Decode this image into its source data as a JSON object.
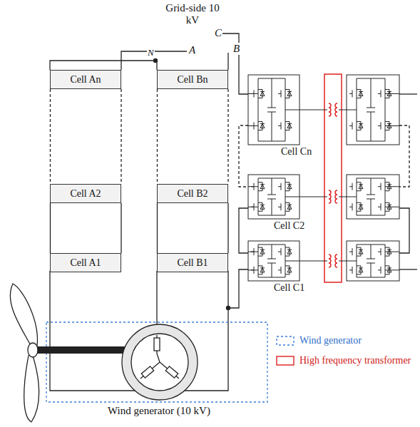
{
  "diagram": {
    "title": "Grid-side 10 kV",
    "nodes": [
      {
        "text": [
          "Cell An"
        ]
      },
      {
        "text": [
          "Cell Bn"
        ]
      },
      {
        "text": [
          "Cell A2"
        ]
      },
      {
        "text": [
          "Cell B2"
        ]
      },
      {
        "text": [
          "Cell A1"
        ]
      },
      {
        "text": [
          "Cell B1"
        ]
      }
    ],
    "edges": [
      {
        "from": 0,
        "to": 2,
        "arrow": "none"
      },
      {
        "from": 2,
        "to": 4,
        "arrow": "none"
      },
      {
        "from": 1,
        "to": 3,
        "arrow": "none"
      },
      {
        "from": 3,
        "to": 5,
        "arrow": "none"
      }
    ],
    "labels": [
      "A",
      "C",
      "B",
      "N",
      "Cell Cn",
      "Cell C2",
      "Cell C1",
      "Wind generator (10 kV)"
    ],
    "legend": [
      {
        "text": "Wind generator"
      },
      {
        "text": "High frequency transformer"
      }
    ]
  }
}
